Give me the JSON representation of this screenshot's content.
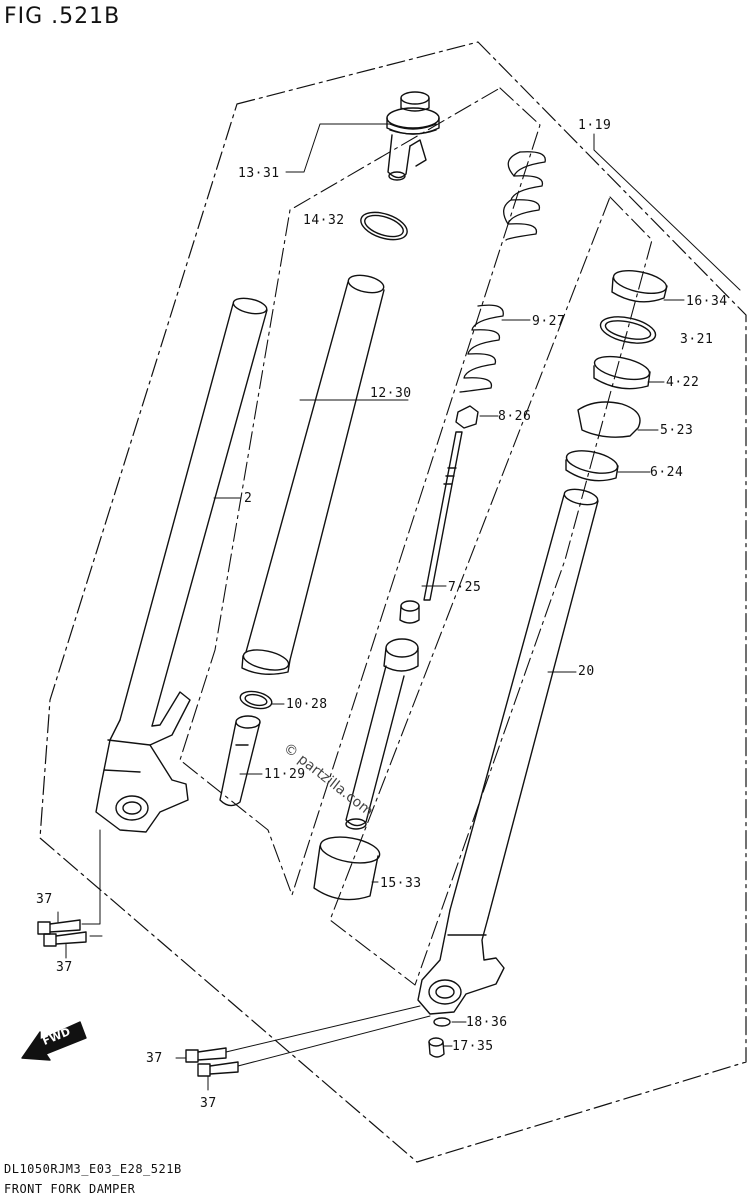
{
  "figure": {
    "title": "FIG .521B",
    "model_code": "DL1050RJM3_E03_E28_521B",
    "caption": "FRONT FORK DAMPER",
    "watermark": "© partzilla.com",
    "fwd_label": "FWD"
  },
  "callouts": [
    {
      "id": "1-19",
      "text": "1·19"
    },
    {
      "id": "13-31",
      "text": "13·31"
    },
    {
      "id": "14-32",
      "text": "14·32"
    },
    {
      "id": "16-34",
      "text": "16·34"
    },
    {
      "id": "9-27",
      "text": "9·27"
    },
    {
      "id": "3-21",
      "text": "3·21"
    },
    {
      "id": "12-30",
      "text": "12·30"
    },
    {
      "id": "4-22",
      "text": "4·22"
    },
    {
      "id": "8-26",
      "text": "8·26"
    },
    {
      "id": "5-23",
      "text": "5·23"
    },
    {
      "id": "6-24",
      "text": "6·24"
    },
    {
      "id": "2",
      "text": "2"
    },
    {
      "id": "7-25",
      "text": "7·25"
    },
    {
      "id": "20",
      "text": "20"
    },
    {
      "id": "10-28",
      "text": "10·28"
    },
    {
      "id": "11-29",
      "text": "11·29"
    },
    {
      "id": "15-33",
      "text": "15·33"
    },
    {
      "id": "37a",
      "text": "37"
    },
    {
      "id": "37b",
      "text": "37"
    },
    {
      "id": "18-36",
      "text": "18·36"
    },
    {
      "id": "17-35",
      "text": "17·35"
    },
    {
      "id": "37c",
      "text": "37"
    },
    {
      "id": "37d",
      "text": "37"
    }
  ]
}
